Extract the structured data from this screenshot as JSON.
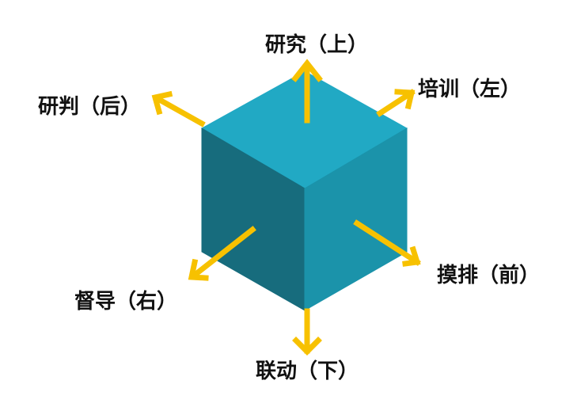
{
  "diagram": {
    "labels": {
      "top": "研究（上）",
      "back": "研判（后）",
      "left": "培训（左）",
      "front": "摸排（前）",
      "right": "督导（右）",
      "bottom": "联动（下）"
    }
  }
}
